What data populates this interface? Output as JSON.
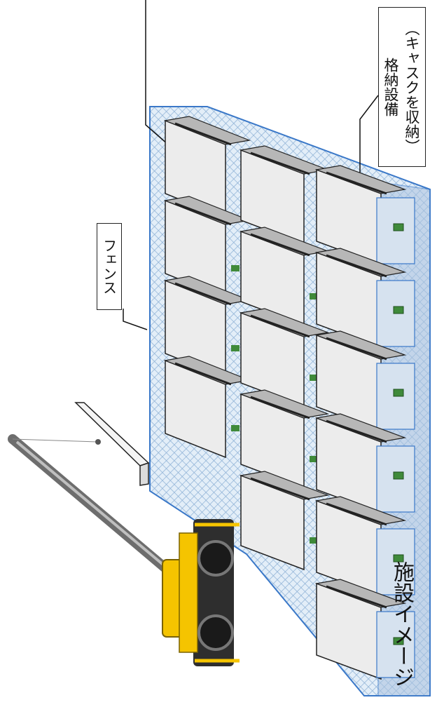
{
  "title": "施設イメージ",
  "labels": {
    "fence": "フェンス",
    "storage_line1": "格納設備",
    "storage_line2": "（キャスクを収納）"
  },
  "colors": {
    "ground_hatch": "#c8dcec",
    "fence_outline": "#3a78c8",
    "wall_fill": "#a9c2df",
    "cask_module": "#ececec",
    "cask_top": "#b7b7b7",
    "cask_front": "#d6e2ef",
    "door_marker": "#3f8a3a",
    "crane_body": "#f5c400",
    "crane_boom": "#888888",
    "truck_dark": "#2e2e2e"
  }
}
